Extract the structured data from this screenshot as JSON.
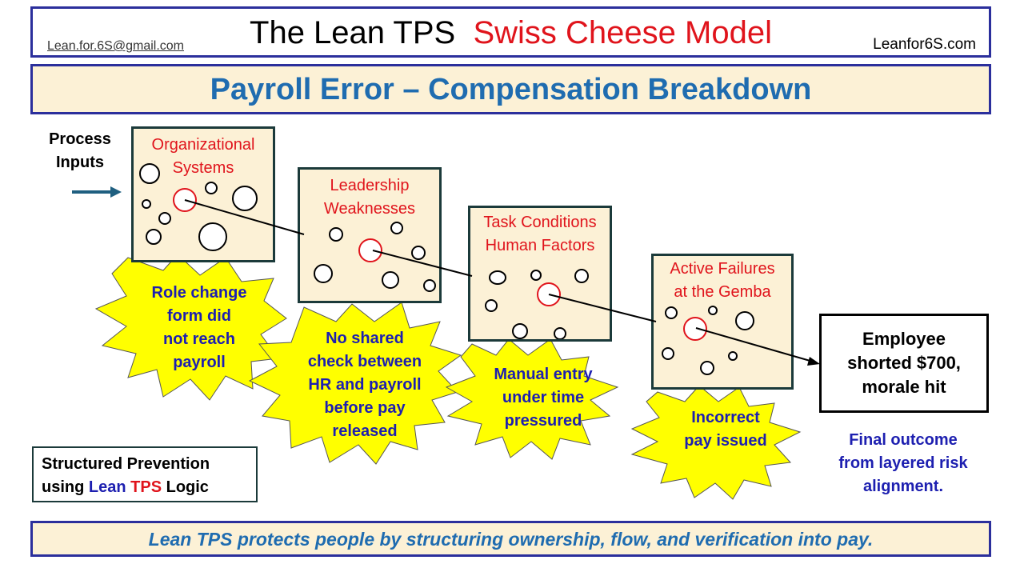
{
  "header": {
    "title_black": "The Lean TPS",
    "title_red": "Swiss Cheese Model",
    "email": "Lean.for.6S@gmail.com",
    "site": "Leanfor6S.com"
  },
  "subtitle": "Payroll Error – Compensation Breakdown",
  "process_inputs": [
    "Process",
    "Inputs"
  ],
  "slices": [
    {
      "label": [
        "Organizational",
        "Systems"
      ]
    },
    {
      "label": [
        "Leadership",
        "Weaknesses"
      ]
    },
    {
      "label": [
        "Task Conditions",
        "Human Factors"
      ]
    },
    {
      "label": [
        "Active Failures",
        "at the Gemba"
      ]
    }
  ],
  "bursts": [
    {
      "lines": [
        "Role change",
        "form did",
        "not reach",
        "payroll"
      ]
    },
    {
      "lines": [
        "No shared",
        "check between",
        "HR and payroll",
        "before pay",
        "released"
      ]
    },
    {
      "lines": [
        "Manual entry",
        "under time",
        "pressured"
      ]
    },
    {
      "lines": [
        "Incorrect",
        "pay issued"
      ]
    }
  ],
  "outcome": [
    "Employee",
    "shorted $700,",
    "morale hit"
  ],
  "final_note": [
    "Final outcome",
    "from layered risk",
    "alignment."
  ],
  "prevention": {
    "line1": "Structured Prevention",
    "line2_pre": "using ",
    "lean": "Lean",
    "tps": "TPS",
    "line2_post": " Logic"
  },
  "footer": "Lean TPS protects people by structuring ownership, flow, and verification into pay.",
  "colors": {
    "navy_border": "#2b2f9c",
    "cream": "#fcf1d6",
    "red": "#e0141c",
    "blue_text": "#1f6cb0",
    "burst_yellow": "#ffff00",
    "dark_blue": "#1d1fb0",
    "arrow": "#1f5f80"
  }
}
